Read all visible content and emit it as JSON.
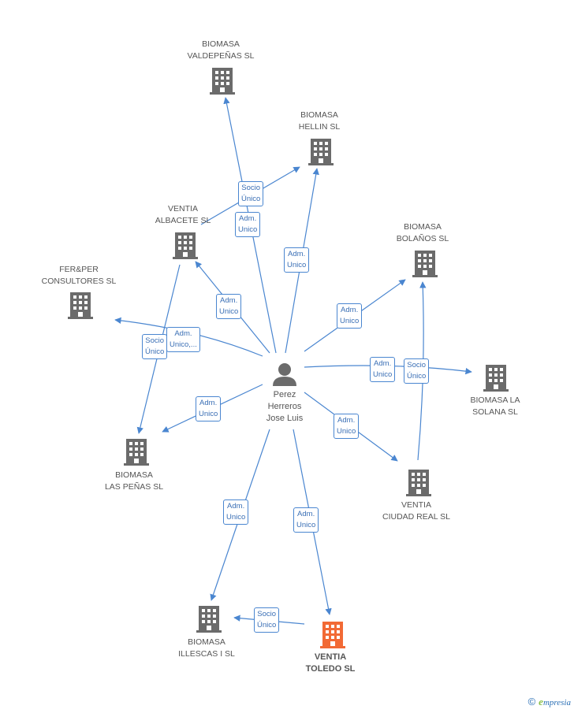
{
  "colors": {
    "edge": "#4a86d0",
    "building": "#6b6b6b",
    "highlight": "#f26a35",
    "person": "#6b6b6b"
  },
  "center": {
    "name_lines": [
      "Perez",
      "Herreros",
      "Jose Luis"
    ],
    "icon": "person-icon"
  },
  "companies": [
    {
      "id": "valdepenas",
      "lines": [
        "BIOMASA",
        "VALDEPEÑAS SL"
      ],
      "icon": "building-icon"
    },
    {
      "id": "hellin",
      "lines": [
        "BIOMASA",
        "HELLIN SL"
      ],
      "icon": "building-icon"
    },
    {
      "id": "albacete",
      "lines": [
        "VENTIA",
        "ALBACETE SL"
      ],
      "icon": "building-icon"
    },
    {
      "id": "bolanos",
      "lines": [
        "BIOMASA",
        "BOLAÑOS SL"
      ],
      "icon": "building-icon"
    },
    {
      "id": "ferper",
      "lines": [
        "FER&PER",
        "CONSULTORES SL"
      ],
      "icon": "building-icon"
    },
    {
      "id": "solana",
      "lines": [
        "BIOMASA LA",
        "SOLANA SL"
      ],
      "icon": "building-icon"
    },
    {
      "id": "penas",
      "lines": [
        "BIOMASA",
        "LAS PEÑAS SL"
      ],
      "icon": "building-icon"
    },
    {
      "id": "ciudadreal",
      "lines": [
        "VENTIA",
        "CIUDAD REAL SL"
      ],
      "icon": "building-icon"
    },
    {
      "id": "illescas",
      "lines": [
        "BIOMASA",
        "ILLESCAS I SL"
      ],
      "icon": "building-icon"
    },
    {
      "id": "toledo",
      "lines": [
        "VENTIA",
        "TOLEDO SL"
      ],
      "icon": "building-icon",
      "highlight": true
    }
  ],
  "edge_labels": [
    {
      "id": "albacete-hellin",
      "lines": [
        "Socio",
        "Único"
      ]
    },
    {
      "id": "center-valdepenas",
      "lines": [
        "Adm.",
        "Unico"
      ]
    },
    {
      "id": "center-hellin",
      "lines": [
        "Adm.",
        "Unico"
      ]
    },
    {
      "id": "center-albacete",
      "lines": [
        "Adm.",
        "Unico"
      ]
    },
    {
      "id": "center-ferper",
      "lines": [
        "Adm.",
        "Unico,..."
      ]
    },
    {
      "id": "albacete-penas",
      "lines": [
        "Socio",
        "Único"
      ]
    },
    {
      "id": "center-bolanos",
      "lines": [
        "Adm.",
        "Unico"
      ]
    },
    {
      "id": "center-solana",
      "lines": [
        "Adm.",
        "Unico"
      ]
    },
    {
      "id": "ciudadreal-bolanos-solana",
      "lines": [
        "Socio",
        "Único"
      ]
    },
    {
      "id": "center-penas",
      "lines": [
        "Adm.",
        "Unico"
      ]
    },
    {
      "id": "center-ciudadreal",
      "lines": [
        "Adm.",
        "Unico"
      ]
    },
    {
      "id": "center-illescas",
      "lines": [
        "Adm.",
        "Unico"
      ]
    },
    {
      "id": "center-toledo",
      "lines": [
        "Adm.",
        "Unico"
      ]
    },
    {
      "id": "toledo-illescas",
      "lines": [
        "Socio",
        "Único"
      ]
    }
  ],
  "footer": {
    "copyright": "©",
    "brand_initial": "e",
    "brand_rest": "mpresia"
  }
}
